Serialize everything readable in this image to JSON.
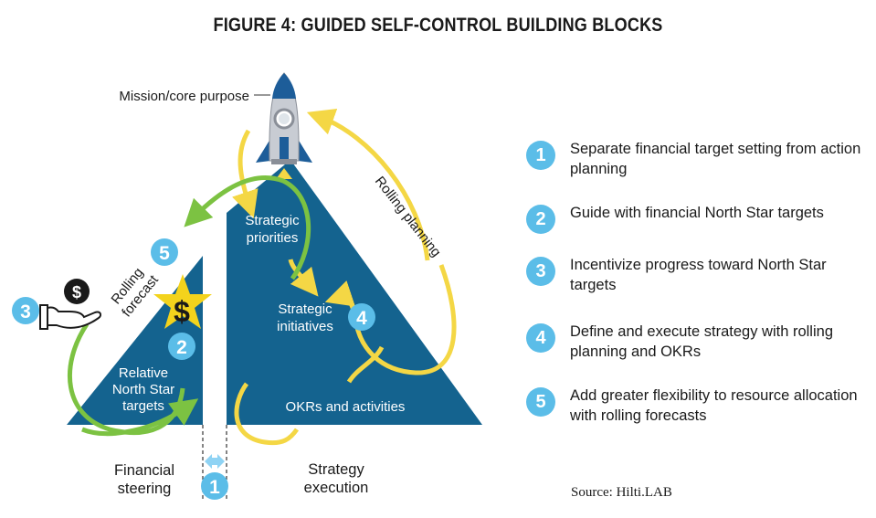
{
  "title": "FIGURE 4: GUIDED SELF-CONTROL BUILDING BLOCKS",
  "diagram": {
    "mission_label": "Mission/core purpose",
    "strategic_priorities": [
      "Strategic",
      "priorities"
    ],
    "strategic_initiatives": [
      "Strategic",
      "initiatives"
    ],
    "okrs_label": "OKRs and activities",
    "relative_targets": [
      "Relative",
      "North Star",
      "targets"
    ],
    "rolling_planning": "Rolling planning",
    "rolling_forecast": [
      "Rolling",
      "forecast"
    ],
    "financial_steering": [
      "Financial",
      "steering"
    ],
    "strategy_execution": [
      "Strategy",
      "execution"
    ],
    "dollar_symbol": "$",
    "badges": {
      "b1": "1",
      "b2": "2",
      "b3": "3",
      "b4": "4",
      "b5": "5"
    },
    "colors": {
      "triangle": "#14638f",
      "badge": "#5bbde8",
      "green_arrow": "#7cc242",
      "yellow_arrow": "#f4d745",
      "star": "#f3d31c",
      "light_arrow": "#8fd3f4"
    }
  },
  "legend": [
    {
      "number": "1",
      "text": "Separate financial target setting from action planning"
    },
    {
      "number": "2",
      "text": "Guide with financial North Star targets"
    },
    {
      "number": "3",
      "text": "Incentivize progress toward North Star targets"
    },
    {
      "number": "4",
      "text": "Define and execute strategy with rolling planning and OKRs"
    },
    {
      "number": "5",
      "text": "Add greater flexibility to resource allocation with rolling forecasts"
    }
  ],
  "source": "Source: Hilti.LAB"
}
